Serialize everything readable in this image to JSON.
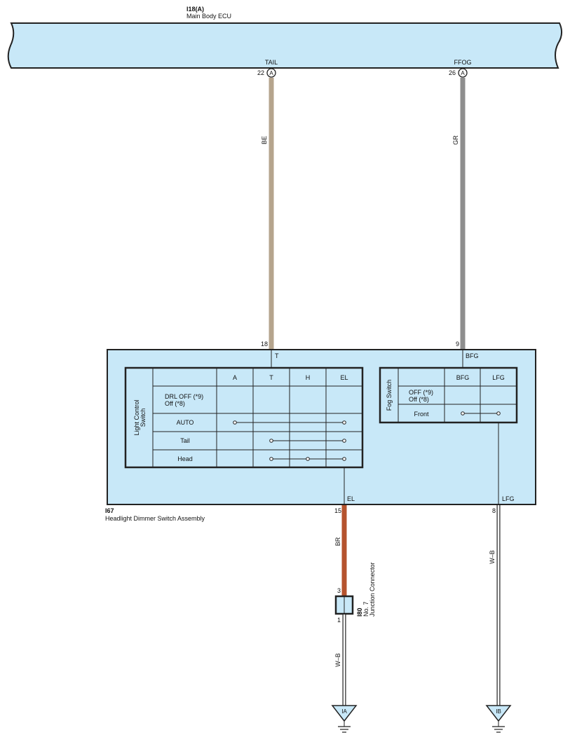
{
  "ecu": {
    "id": "I18(A)",
    "name": "Main Body ECU"
  },
  "ecu_pins": [
    {
      "terminal": "TAIL",
      "pin": "22",
      "conn": "A",
      "wire": "BE",
      "color": "#b5a48d"
    },
    {
      "terminal": "FFOG",
      "pin": "26",
      "conn": "A",
      "wire": "GR",
      "color": "#8e8e8e"
    }
  ],
  "assembly": {
    "id": "I67",
    "name": "Headlight Dimmer Switch Assembly",
    "in_pins": [
      {
        "pin": "18",
        "terminal": "T"
      },
      {
        "pin": "9",
        "terminal": "BFG"
      }
    ],
    "out_pins": [
      {
        "pin": "15",
        "terminal": "EL",
        "wire": "BR",
        "color": "#b5532e"
      },
      {
        "pin": "8",
        "terminal": "LFG",
        "wire": "W–B"
      }
    ],
    "light_switch": {
      "title": "Light Control Switch",
      "title_lines": [
        "Light Control",
        "Switch"
      ],
      "columns": [
        "A",
        "T",
        "H",
        "EL"
      ],
      "rows": [
        {
          "label": "DRL OFF (*9)",
          "label2": "Off (*8)"
        },
        {
          "label": "AUTO"
        },
        {
          "label": "Tail"
        },
        {
          "label": "Head"
        }
      ]
    },
    "fog_switch": {
      "title": "Fog Switch",
      "columns": [
        "BFG",
        "LFG"
      ],
      "rows": [
        {
          "label": "OFF (*9)",
          "label2": "Off (*8)"
        },
        {
          "label": "Front"
        }
      ]
    }
  },
  "junction": {
    "id": "I80",
    "name_lines": [
      "No. 7",
      "Junction Connector"
    ],
    "pin_in": "3",
    "pin_out": "1",
    "wire_out": "W–B"
  },
  "grounds": [
    {
      "label": "IA"
    },
    {
      "label": "IB"
    }
  ]
}
